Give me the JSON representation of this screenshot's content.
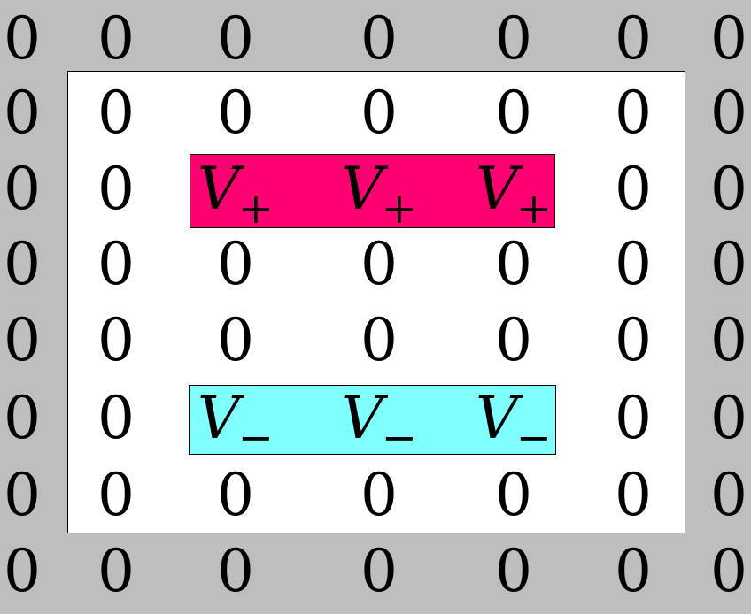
{
  "colors": {
    "outer_background": "#bebebe",
    "inner_background": "#ffffff",
    "v_plus_highlight": "#ff0072",
    "v_minus_highlight": "#7ffffe"
  },
  "symbols": {
    "zero": "0",
    "v": "V",
    "plus_sub": "+",
    "minus_sub": "−"
  },
  "grid": [
    [
      "0",
      "0",
      "0",
      "0",
      "0",
      "0",
      "0"
    ],
    [
      "0",
      "0",
      "0",
      "0",
      "0",
      "0",
      "0"
    ],
    [
      "0",
      "0",
      "V+",
      "V+",
      "V+",
      "0",
      "0"
    ],
    [
      "0",
      "0",
      "0",
      "0",
      "0",
      "0",
      "0"
    ],
    [
      "0",
      "0",
      "0",
      "0",
      "0",
      "0",
      "0"
    ],
    [
      "0",
      "0",
      "V-",
      "V-",
      "V-",
      "0",
      "0"
    ],
    [
      "0",
      "0",
      "0",
      "0",
      "0",
      "0",
      "0"
    ],
    [
      "0",
      "0",
      "0",
      "0",
      "0",
      "0",
      "0"
    ]
  ]
}
